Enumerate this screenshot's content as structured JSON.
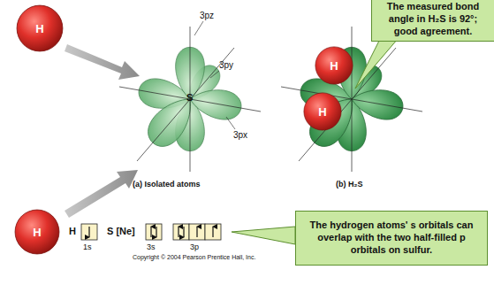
{
  "diagram": {
    "nodes": [
      {
        "text": [
          "The measured bond angle in H₂S is 92°; good agreement."
        ]
      },
      {
        "text": [
          "H"
        ]
      },
      {
        "text": [
          "H"
        ]
      },
      {
        "text": [
          "H"
        ]
      },
      {
        "text": [
          "H"
        ]
      },
      {
        "text": [
          "The hydrogen atoms' s orbitals can overlap with the two half-filled p orbitals on sulfur."
        ]
      }
    ],
    "labels": [
      "3pz",
      "3py",
      "3px",
      "S",
      "(a) Isolated atoms",
      "(b) H₂S",
      "H",
      "1s",
      "S [Ne]",
      "3s",
      "3p",
      "Copyright © 2004 Pearson Prentice Hall, Inc."
    ]
  }
}
